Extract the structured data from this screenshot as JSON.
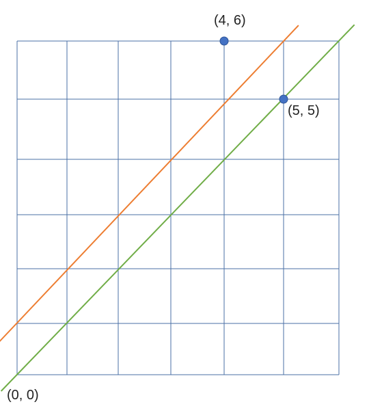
{
  "colors": {
    "grid": "#4a6fa5",
    "line_upper": "#ed7d31",
    "line_lower": "#70ad47",
    "point": "#4472c4"
  },
  "labels": {
    "origin": "(0, 0)",
    "point_a": "(4, 6)",
    "point_b": "(5, 5)"
  },
  "grid": {
    "x_lines": [
      0,
      1,
      2,
      3,
      4,
      5,
      6
    ],
    "y_lines": [
      0,
      1,
      2,
      3,
      4,
      5,
      6
    ]
  },
  "points": [
    {
      "x": 4,
      "y": 6
    },
    {
      "x": 5,
      "y": 5
    }
  ],
  "lines": [
    {
      "slope": 1,
      "intercept": 1
    },
    {
      "slope": 1,
      "intercept": 0
    }
  ]
}
